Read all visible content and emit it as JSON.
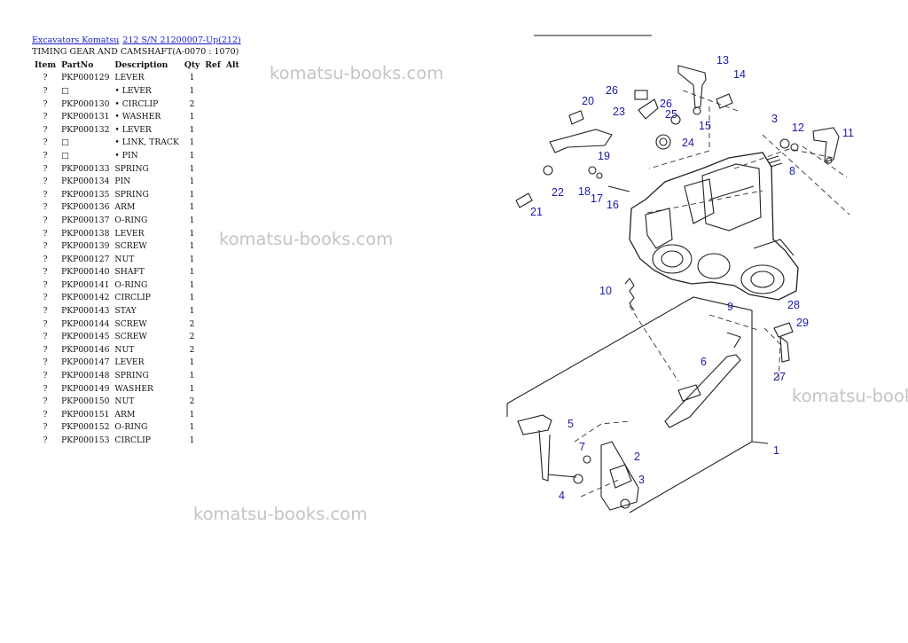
{
  "breadcrumb": {
    "link1": "Excavators Komatsu",
    "link2": "212 S/N 21200007-Up(212)"
  },
  "subtitle": "TIMING GEAR AND CAMSHAFT(A-0070 : 1070)",
  "table": {
    "headers": [
      "Item",
      "PartNo",
      "Description",
      "Qty",
      "Ref",
      "Alt"
    ],
    "rows": [
      {
        "item": "?",
        "partno": "PKP000129",
        "desc": "LEVER",
        "qty": "1"
      },
      {
        "item": "?",
        "partno": "□",
        "desc": "• LEVER",
        "qty": "1"
      },
      {
        "item": "?",
        "partno": "PKP000130",
        "desc": "• CIRCLIP",
        "qty": "2"
      },
      {
        "item": "?",
        "partno": "PKP000131",
        "desc": "• WASHER",
        "qty": "1"
      },
      {
        "item": "?",
        "partno": "PKP000132",
        "desc": "• LEVER",
        "qty": "1"
      },
      {
        "item": "?",
        "partno": "□",
        "desc": "• LINK, TRACK",
        "qty": "1"
      },
      {
        "item": "?",
        "partno": "□",
        "desc": "• PIN",
        "qty": "1"
      },
      {
        "item": "?",
        "partno": "PKP000133",
        "desc": "SPRING",
        "qty": "1"
      },
      {
        "item": "?",
        "partno": "PKP000134",
        "desc": "PIN",
        "qty": "1"
      },
      {
        "item": "?",
        "partno": "PKP000135",
        "desc": "SPRING",
        "qty": "1"
      },
      {
        "item": "?",
        "partno": "PKP000136",
        "desc": "ARM",
        "qty": "1"
      },
      {
        "item": "?",
        "partno": "PKP000137",
        "desc": "O-RING",
        "qty": "1"
      },
      {
        "item": "?",
        "partno": "PKP000138",
        "desc": "LEVER",
        "qty": "1"
      },
      {
        "item": "?",
        "partno": "PKP000139",
        "desc": "SCREW",
        "qty": "1"
      },
      {
        "item": "?",
        "partno": "PKP000127",
        "desc": "NUT",
        "qty": "1"
      },
      {
        "item": "?",
        "partno": "PKP000140",
        "desc": "SHAFT",
        "qty": "1"
      },
      {
        "item": "?",
        "partno": "PKP000141",
        "desc": "O-RING",
        "qty": "1"
      },
      {
        "item": "?",
        "partno": "PKP000142",
        "desc": "CIRCLIP",
        "qty": "1"
      },
      {
        "item": "?",
        "partno": "PKP000143",
        "desc": "STAY",
        "qty": "1"
      },
      {
        "item": "?",
        "partno": "PKP000144",
        "desc": "SCREW",
        "qty": "2"
      },
      {
        "item": "?",
        "partno": "PKP000145",
        "desc": "SCREW",
        "qty": "2"
      },
      {
        "item": "?",
        "partno": "PKP000146",
        "desc": "NUT",
        "qty": "2"
      },
      {
        "item": "?",
        "partno": "PKP000147",
        "desc": "LEVER",
        "qty": "1"
      },
      {
        "item": "?",
        "partno": "PKP000148",
        "desc": "SPRING",
        "qty": "1"
      },
      {
        "item": "?",
        "partno": "PKP000149",
        "desc": "WASHER",
        "qty": "1"
      },
      {
        "item": "?",
        "partno": "PKP000150",
        "desc": "NUT",
        "qty": "2"
      },
      {
        "item": "?",
        "partno": "PKP000151",
        "desc": "ARM",
        "qty": "1"
      },
      {
        "item": "?",
        "partno": "PKP000152",
        "desc": "O-RING",
        "qty": "1"
      },
      {
        "item": "?",
        "partno": "PKP000153",
        "desc": "CIRCLIP",
        "qty": "1"
      }
    ]
  },
  "watermark": "komatsu-books.com",
  "callouts": [
    "1",
    "2",
    "3",
    "3",
    "4",
    "5",
    "6",
    "7",
    "8",
    "9",
    "10",
    "11",
    "12",
    "13",
    "14",
    "15",
    "16",
    "17",
    "18",
    "19",
    "20",
    "21",
    "22",
    "23",
    "24",
    "25",
    "26",
    "26",
    "27",
    "28",
    "29"
  ],
  "colors": {
    "link": "#1a1acc",
    "callout": "#1a1aa8",
    "watermark": "#c4c4c4"
  }
}
